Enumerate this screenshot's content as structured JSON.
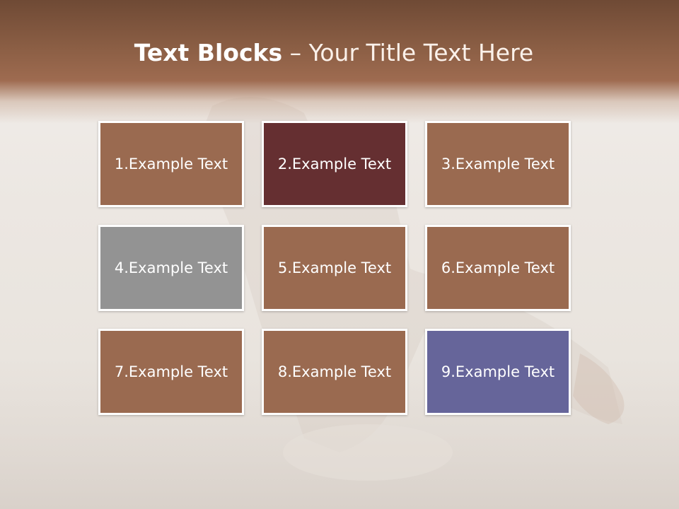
{
  "title": {
    "bold": "Text Blocks",
    "dash": " – ",
    "rest": "Your Title Text Here"
  },
  "blocks": [
    {
      "label": "1.Example Text",
      "color": "#9a6a50"
    },
    {
      "label": "2.Example Text",
      "color": "#652f31"
    },
    {
      "label": "3.Example Text",
      "color": "#9a6a50"
    },
    {
      "label": "4.Example Text",
      "color": "#939393"
    },
    {
      "label": "5.Example Text",
      "color": "#9a6a50"
    },
    {
      "label": "6.Example Text",
      "color": "#9a6a50"
    },
    {
      "label": "7.Example Text",
      "color": "#9a6a50"
    },
    {
      "label": "8.Example Text",
      "color": "#9a6a50"
    },
    {
      "label": "9.Example Text",
      "color": "#66659a"
    }
  ],
  "colors": {
    "header": "#8c5f45",
    "background": "#ece7e2"
  }
}
